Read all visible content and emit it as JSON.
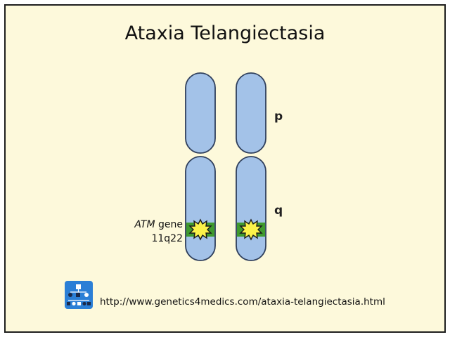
{
  "title": "Ataxia Telangiectasia",
  "arm_labels": {
    "p": "p",
    "q": "q"
  },
  "gene": {
    "name": "ATM",
    "suffix": " gene",
    "locus": "11q22"
  },
  "url": "http://www.genetics4medics.com/ataxia-telangiectasia.html",
  "colors": {
    "background": "#fdf9db",
    "chromosome_fill": "#a3c2e8",
    "chromosome_outline": "#2f3f5c",
    "gene_band": "#3f9a2e",
    "mutation_star": "#fbf24a",
    "logo": "#2b7fd6"
  },
  "icons": {
    "mutation": "starburst-icon",
    "logo": "pedigree-logo-icon"
  }
}
